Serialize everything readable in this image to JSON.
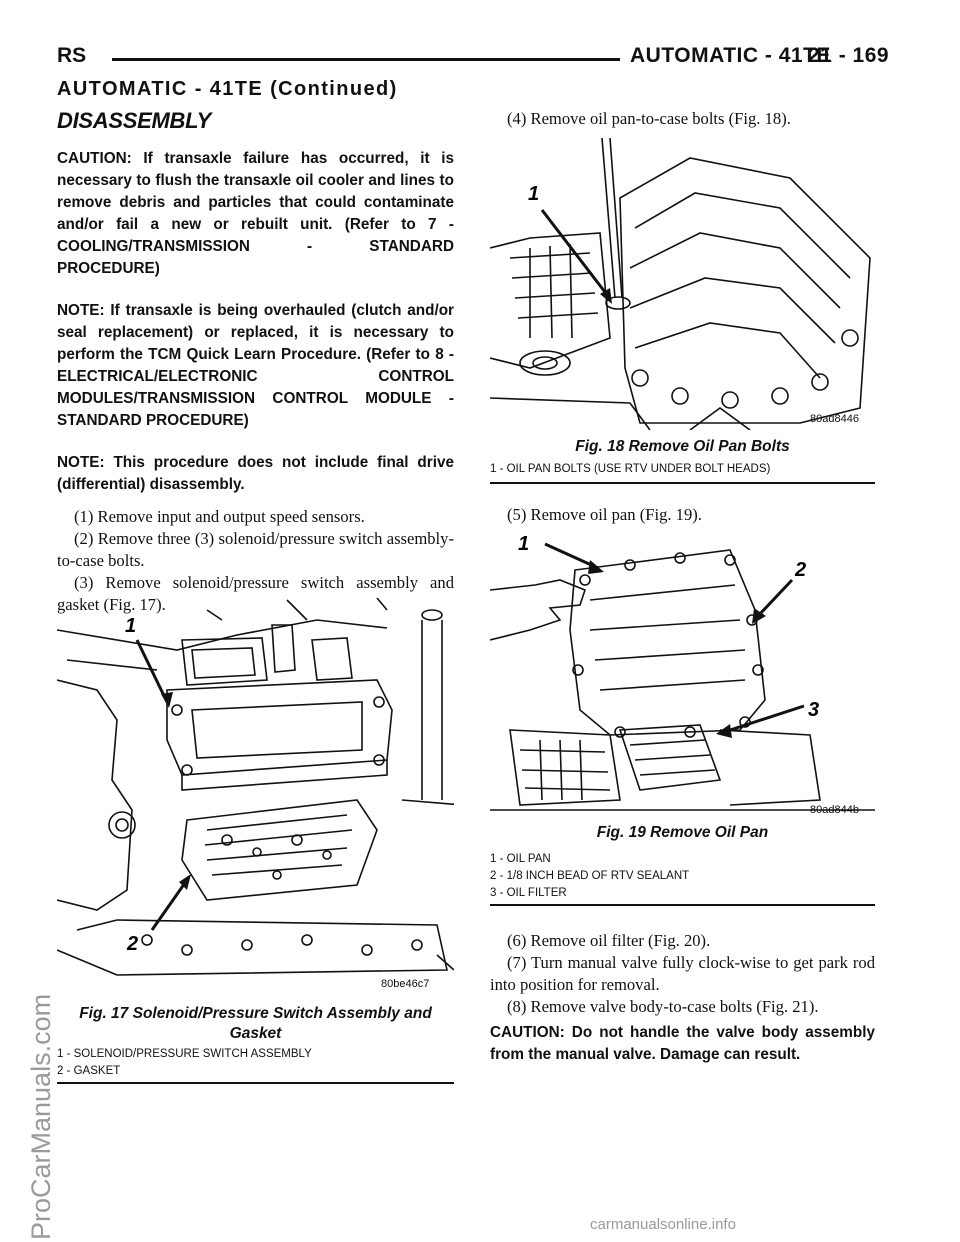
{
  "header": {
    "left": "RS",
    "section": "AUTOMATIC - 41TE",
    "page": "21 - 169"
  },
  "continued_title": "AUTOMATIC - 41TE (Continued)",
  "section_heading": "DISASSEMBLY",
  "notes": {
    "caution1": "CAUTION: If transaxle failure has occurred, it is necessary to flush the transaxle oil cooler and lines to remove debris and particles that could contaminate and/or fail a new or rebuilt unit. (Refer to 7 - COOLING/TRANSMISSION - STANDARD PROCEDURE)",
    "note1": "NOTE: If transaxle is being overhauled (clutch and/or seal replacement) or replaced, it is necessary to perform the TCM Quick Learn Procedure. (Refer to 8 - ELECTRICAL/ELECTRONIC CONTROL MODULES/TRANSMISSION CONTROL MODULE - STANDARD PROCEDURE)",
    "note2": "NOTE: This procedure does not include final drive (differential) disassembly.",
    "caution2": "CAUTION: Do not handle the valve body assembly from the manual valve. Damage can result."
  },
  "steps": {
    "s1": "(1) Remove input and output speed sensors.",
    "s2": "(2) Remove three (3) solenoid/pressure switch assembly-to-case bolts.",
    "s3": "(3) Remove solenoid/pressure switch assembly and gasket (Fig. 17).",
    "s4": "(4) Remove oil pan-to-case bolts (Fig. 18).",
    "s5": "(5) Remove oil pan (Fig. 19).",
    "s6": "(6) Remove oil filter (Fig. 20).",
    "s7": "(7) Turn manual valve fully clock-wise to get park rod into position for removal.",
    "s8": "(8) Remove valve body-to-case bolts (Fig. 21)."
  },
  "figures": {
    "fig17": {
      "code": "80be46c7",
      "caption": "Fig. 17 Solenoid/Pressure Switch Assembly and Gasket",
      "callouts": [
        "1",
        "2"
      ],
      "legend": [
        "1 - SOLENOID/PRESSURE SWITCH ASSEMBLY",
        "2 - GASKET"
      ]
    },
    "fig18": {
      "code": "80ad8446",
      "caption": "Fig. 18 Remove Oil Pan Bolts",
      "callouts": [
        "1"
      ],
      "legend": [
        "1 - OIL PAN BOLTS (USE RTV UNDER BOLT HEADS)"
      ]
    },
    "fig19": {
      "code": "80ad844b",
      "caption": "Fig. 19 Remove Oil Pan",
      "callouts": [
        "1",
        "2",
        "3"
      ],
      "legend": [
        "1 - OIL PAN",
        "2 - 1/8 INCH BEAD OF RTV SEALANT",
        "3 - OIL FILTER"
      ]
    }
  },
  "watermark": "ProCarManuals.com",
  "footer_url": "carmanualsonline.info"
}
